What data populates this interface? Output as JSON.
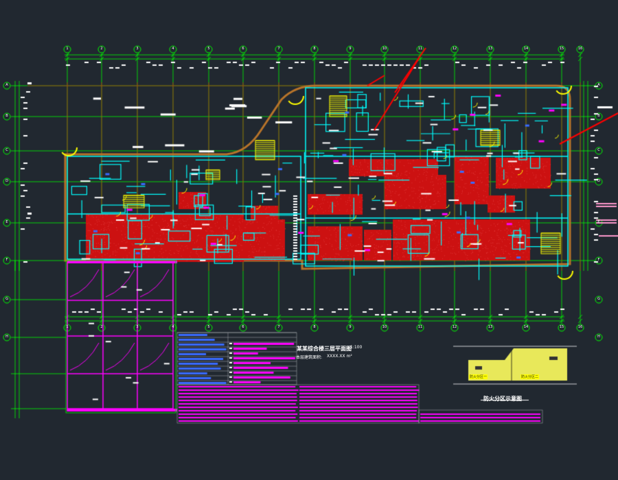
{
  "drawing": {
    "title": "某某综合楼三层平面图",
    "scale": "1:100",
    "area_label": "本层建筑面积:",
    "area_value": "XXXX.XX m²",
    "inset_title": "防火分区示意图",
    "zone_1": "防火分区一",
    "zone_2": "防火分区二"
  },
  "axes": {
    "columns": [
      "1",
      "2",
      "3",
      "4",
      "5",
      "6",
      "7",
      "8",
      "9",
      "10",
      "11",
      "12",
      "13",
      "14",
      "15",
      "16"
    ],
    "rows": [
      "A",
      "B",
      "C",
      "D",
      "E",
      "F",
      "G",
      "H"
    ]
  },
  "colors": {
    "background": "#212830",
    "grid": "#00ff00",
    "walls": "#00ffff",
    "fill": "#cc1111",
    "doors": "#ffff00",
    "magenta": "#ff00ff",
    "red_lines": "#ff0000",
    "white": "#ffffff",
    "blue": "#3a6bff"
  }
}
